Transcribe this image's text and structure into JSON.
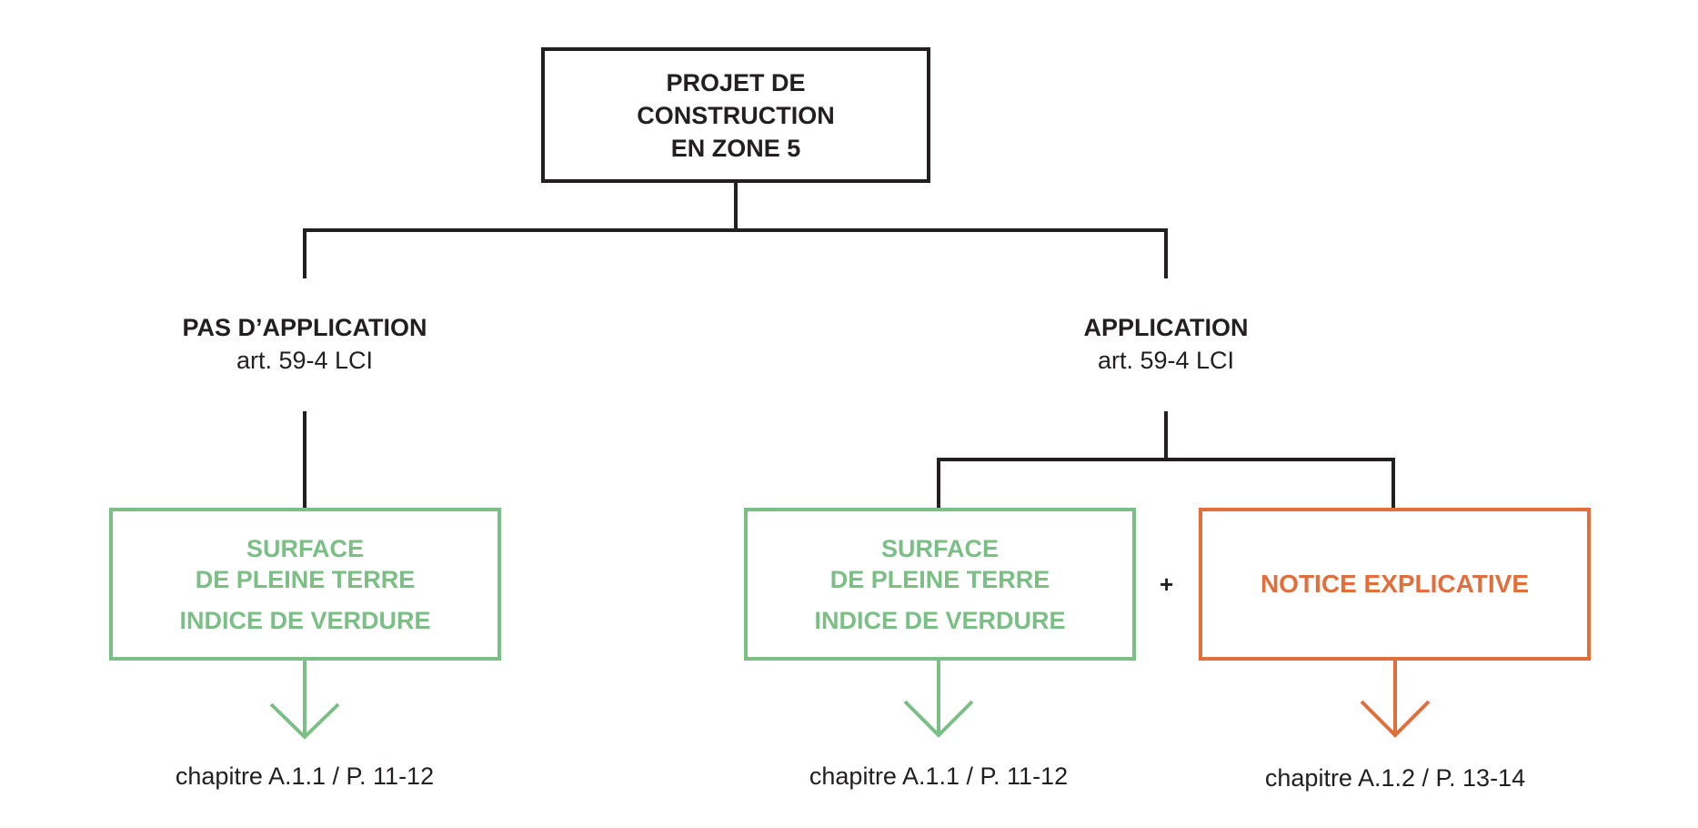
{
  "colors": {
    "line": "#231f20",
    "green": "#7bbf86",
    "orange": "#e26e3c"
  },
  "root": {
    "line1": "PROJET DE",
    "line2": "CONSTRUCTION",
    "line3": "EN ZONE 5"
  },
  "left_branch": {
    "title": "PAS D’APPLICATION",
    "subtitle": "art. 59-4 LCI",
    "box": {
      "line1": "SURFACE",
      "line2": "DE PLEINE TERRE",
      "line3": "INDICE DE VERDURE"
    },
    "reference": "chapitre A.1.1 / P. 11-12"
  },
  "right_branch": {
    "title": "APPLICATION",
    "subtitle": "art. 59-4 LCI",
    "box_green": {
      "line1": "SURFACE",
      "line2": "DE PLEINE TERRE",
      "line3": "INDICE DE VERDURE"
    },
    "plus_sign": "+",
    "box_orange": {
      "label": "NOTICE EXPLICATIVE"
    },
    "reference_green": "chapitre A.1.1 / P. 11-12",
    "reference_orange": "chapitre A.1.2 / P. 13-14"
  }
}
